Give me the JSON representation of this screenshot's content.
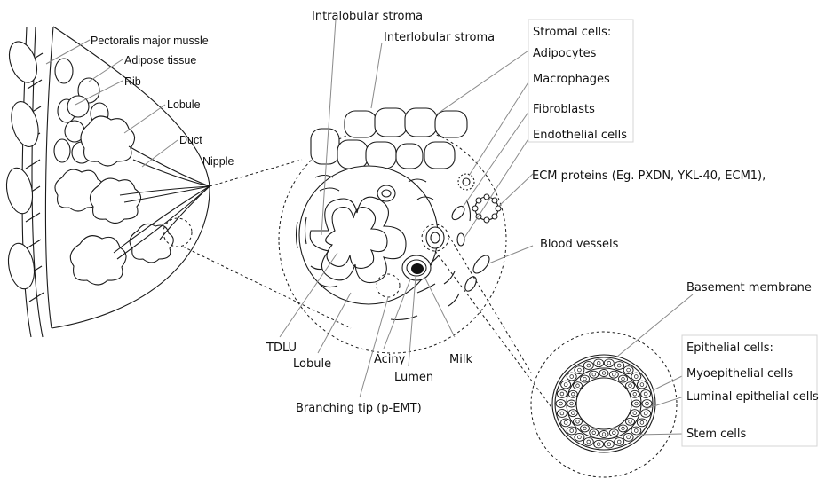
{
  "breast_labels": {
    "pectoralis": "Pectoralis major mussle",
    "adipose": "Adipose tissue",
    "rib": "Rib",
    "lobule": "Lobule",
    "duct": "Duct",
    "nipple": "Nipple"
  },
  "lobule_labels": {
    "intralobular": "Intralobular stroma",
    "interlobular": "Interlobular stroma",
    "ecm": "ECM proteins (Eg. PXDN, YKL-40, ECM1),",
    "blood_vessels": "Blood vessels",
    "tdlu": "TDLU",
    "lobule": "Lobule",
    "aciny": "Aciny",
    "lumen": "Lumen",
    "milk": "Milk",
    "branching_tip": "Branching tip (p-EMT)"
  },
  "stromal_box": {
    "title": "Stromal cells:",
    "items": [
      "Adipocytes",
      "Macrophages",
      "Fibroblasts",
      "Endothelial cells"
    ]
  },
  "acinus_labels": {
    "basement_membrane": "Basement membrane"
  },
  "epithelial_box": {
    "title": "Epithelial cells:",
    "items": [
      "Myoepithelial cells",
      "Luminal epithelial cells",
      "Stem cells"
    ]
  }
}
